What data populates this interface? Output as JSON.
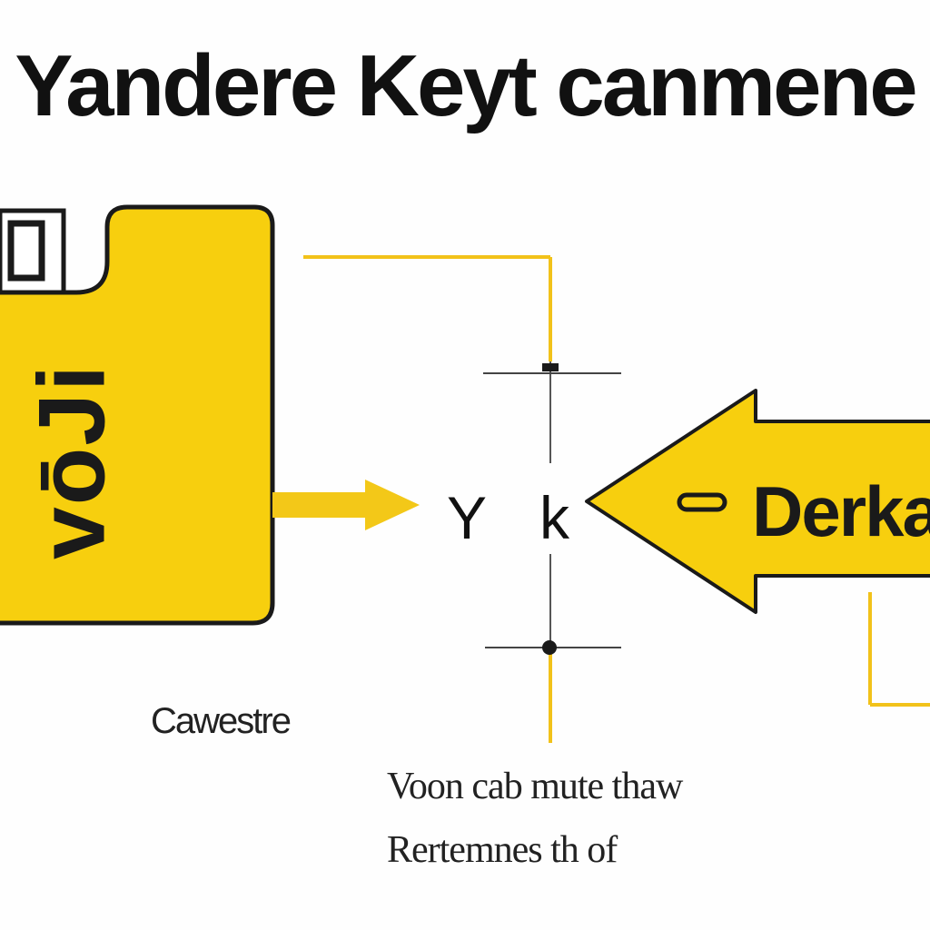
{
  "title": "Yandere Keyt canmene",
  "card": {
    "text": "vōJi"
  },
  "nodes": {
    "left_letter": "Y",
    "right_letter": "k"
  },
  "arrow": {
    "label": "Derkac"
  },
  "captions": {
    "left": "Cawestre",
    "line1": "Voon cab mute thaw",
    "line2": "Rertemnes th of"
  },
  "colors": {
    "accent": "#f7cf0e",
    "outline": "#1a1a1a",
    "line": "#f2c21a"
  }
}
